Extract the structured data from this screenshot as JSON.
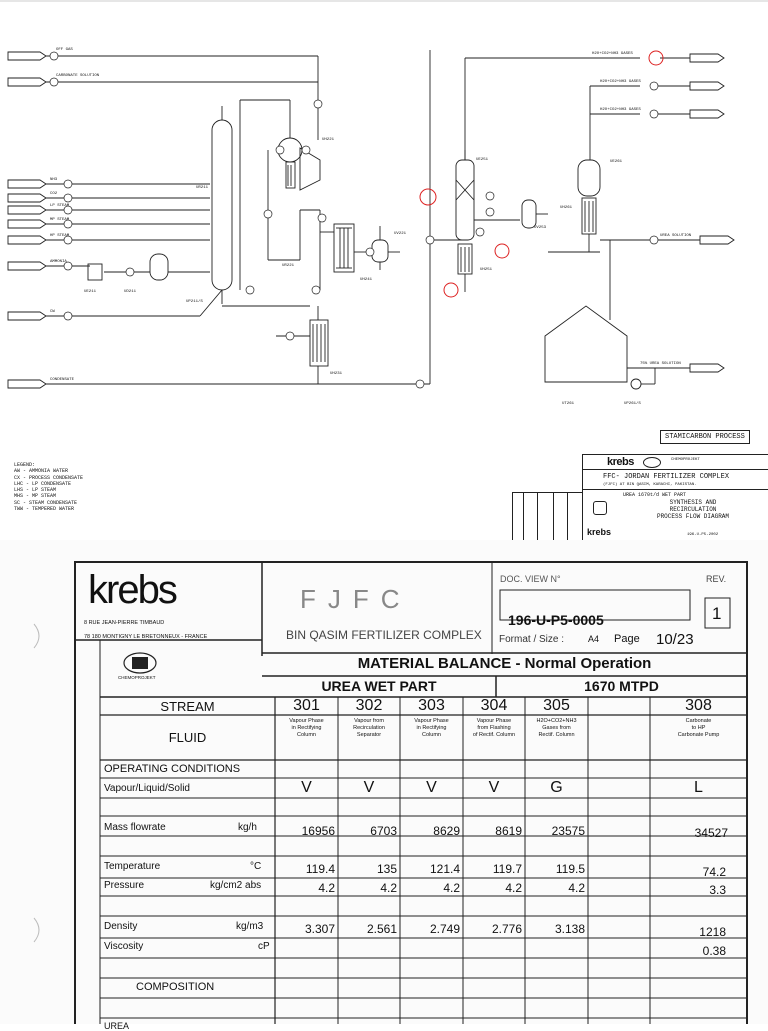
{
  "diagram": {
    "stream_labels_left": [
      "OFF GAS",
      "CARBONATE SOLUTION",
      "NH3",
      "CO2",
      "LP STEAM",
      "MP STEAM",
      "AMMONIA",
      "HP STEAM",
      "CW",
      "CONDENSATE"
    ],
    "stream_labels_right": [
      "H2O+CO2+NH3 GASES",
      "H2O+CO2+NH3 GASES",
      "H2O+CO2+NH3 GASES",
      "UREA SOLUTION",
      "75% UREA SOLUTION"
    ],
    "equipment": [
      "UR211",
      "UH221",
      "UR221",
      "UV221",
      "UF221",
      "UE211",
      "UD211",
      "UP211/S",
      "UH241",
      "UV251",
      "UT251",
      "UE251",
      "UH251",
      "UE261",
      "UH261",
      "UV261",
      "UT261",
      "UP261/S",
      "UH231",
      "UE231",
      "UV253"
    ],
    "legend_title": "LEGEND:",
    "legend": [
      "AW  - AMMONIA WATER",
      "CX  - PROCESS CONDENSATE",
      "LHC - LP CONDENSATE",
      "LHS - LP STEAM",
      "MHS - MP STEAM",
      "SC  - STEAM CONDENSATE",
      "TWW - TEMPERED WATER"
    ],
    "stamicarbon": "STAMICARBON PROCESS",
    "title_block": {
      "company": "krebs",
      "partner": "CHEMOPROJEKT",
      "project": "FFC- JORDAN FERTILIZER COMPLEX",
      "project_sub": "(FJFC)   AT BIN QASIM, KARACHI, PAKISTAN.",
      "unit": "UREA 1670t/d          WET PART",
      "drawing_title_1": "SYNTHESIS AND",
      "drawing_title_2": "RECIRCULATION",
      "drawing_title_3": "PROCESS FLOW DIAGRAM",
      "drawing_no": "196-U-P5-2002"
    }
  },
  "sheet": {
    "company_logo": "krebs",
    "address_1": "8 RUE JEAN-PIERRE TIMBAUD",
    "address_2": "78 180 MONTIGNY LE BRETONNEUX - FRANCE",
    "side_label": "CHEMOPROJEKT",
    "client_title": "FJFC",
    "client_subtitle": "BIN QASIM FERTILIZER COMPLEX",
    "doc_label": "DOC. VIEW N°",
    "doc_number": "196-U-P5-0005",
    "rev_label": "REV.",
    "rev_value": "1",
    "format_label": "Format / Size :",
    "format_value": "A4",
    "page_label": "Page",
    "page_value": "10/23",
    "header_title": "MATERIAL  BALANCE - Normal Operation",
    "sub_left": "UREA WET PART",
    "sub_right": "1670 MTPD",
    "stream_label": "STREAM",
    "fluid_label": "FLUID",
    "streams": [
      {
        "no": "301",
        "fluid": [
          "Vapour Phase",
          "in Rectifying",
          "Column"
        ],
        "phase": "V",
        "mass": "16956",
        "temp": "119.4",
        "press": "4.2",
        "density": "3.307",
        "visc": ""
      },
      {
        "no": "302",
        "fluid": [
          "Vapour from",
          "Recirculation",
          "Separator"
        ],
        "phase": "V",
        "mass": "6703",
        "temp": "135",
        "press": "4.2",
        "density": "2.561",
        "visc": ""
      },
      {
        "no": "303",
        "fluid": [
          "Vapour Phase",
          "in Rectifying",
          "Column"
        ],
        "phase": "V",
        "mass": "8629",
        "temp": "121.4",
        "press": "4.2",
        "density": "2.749",
        "visc": ""
      },
      {
        "no": "304",
        "fluid": [
          "Vapour Phase",
          "from Flashing",
          "of Rectif. Column"
        ],
        "phase": "V",
        "mass": "8619",
        "temp": "119.7",
        "press": "4.2",
        "density": "2.776",
        "visc": ""
      },
      {
        "no": "305",
        "fluid": [
          "H2O+CO2+NH3",
          "Gases from",
          "Rectif. Column"
        ],
        "phase": "G",
        "mass": "23575",
        "temp": "119.5",
        "press": "4.2",
        "density": "3.138",
        "visc": ""
      },
      {
        "no": "308",
        "fluid": [
          "Carbonate",
          "to HP",
          "Carbonate Pump"
        ],
        "phase": "L",
        "mass": "34527",
        "temp": "74.2",
        "press": "3.3",
        "density": "1218",
        "visc": "0.38"
      }
    ],
    "rows": {
      "operating": "OPERATING CONDITIONS",
      "phase": "Vapour/Liquid/Solid",
      "mass": "Mass flowrate",
      "mass_unit": "kg/h",
      "temp": "Temperature",
      "temp_unit": "°C",
      "press": "Pressure",
      "press_unit": "kg/cm2 abs",
      "density": "Density",
      "density_unit": "kg/m3",
      "visc": "Viscosity",
      "visc_unit": "cP",
      "composition": "COMPOSITION",
      "urea": "UREA"
    }
  }
}
